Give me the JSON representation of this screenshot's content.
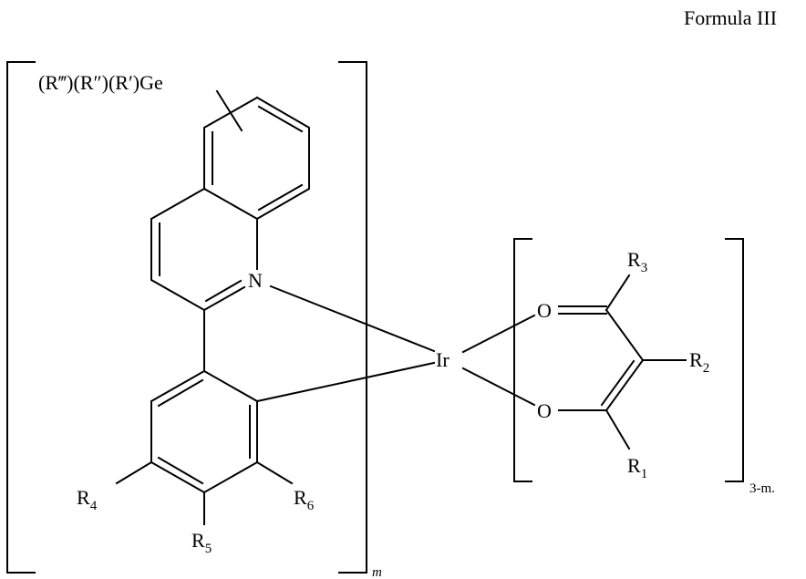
{
  "formula_label": "Formula III",
  "atoms": {
    "ge_group": "(R‴)(R″)(R′)Ge",
    "nitrogen": "N",
    "iridium": "Ir",
    "oxygen_top": "O",
    "oxygen_bottom": "O"
  },
  "substituents": {
    "r1": {
      "base": "R",
      "sub": "1"
    },
    "r2": {
      "base": "R",
      "sub": "2"
    },
    "r3": {
      "base": "R",
      "sub": "3"
    },
    "r4": {
      "base": "R",
      "sub": "4"
    },
    "r5": {
      "base": "R",
      "sub": "5"
    },
    "r6": {
      "base": "R",
      "sub": "6"
    }
  },
  "subscripts": {
    "ligand_count": "m",
    "acac_count": "3-m."
  },
  "colors": {
    "ink": "#000000",
    "background": "#ffffff"
  }
}
